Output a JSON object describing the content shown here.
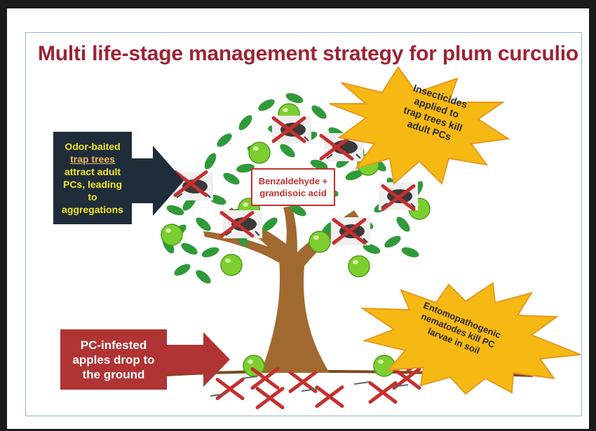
{
  "title": "Multi life-stage management strategy for plum curculio",
  "trap_box": {
    "line1": "Odor-baited",
    "link": "trap trees",
    "line3": "attract adult",
    "line4": "PCs, leading",
    "line5": "to",
    "line6": "aggregations"
  },
  "chem_label": {
    "line1": "Benzaldehyde +",
    "line2": "grandisoic acid"
  },
  "insecticide_star": {
    "line1": "Insecticides",
    "line2": "applied to",
    "line3": "trap trees kill",
    "line4": "adult PCs"
  },
  "nematode_star": {
    "line1": "Entomopathogenic",
    "line2": "nematodes kill PC",
    "line3": "larvae in soil"
  },
  "drop_box": {
    "line1": "PC-infested",
    "line2": "apples drop to",
    "line3": "the ground"
  },
  "colors": {
    "title": "#9b2335",
    "trap_box_bg": "#1f2c3a",
    "trap_box_text": "#f3e62a",
    "cross": "#c62f2f",
    "star_fill": "#f6b813",
    "drop_box": "#b03434",
    "trunk": "#a0692f",
    "leaf": "#2f9a3a",
    "apple": "#7ccf2f"
  }
}
